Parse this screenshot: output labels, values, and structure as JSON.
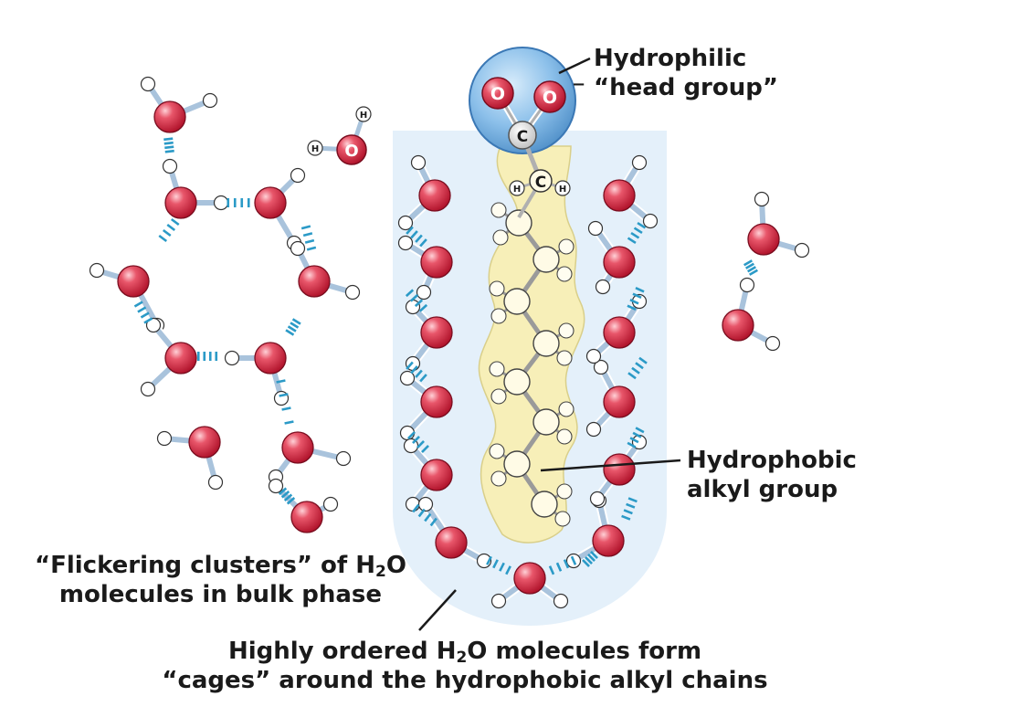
{
  "labels": {
    "head_line1": "Hydrophilic",
    "head_line2": "“head group”",
    "tail_line1": "Hydrophobic",
    "tail_line2": "alkyl group",
    "clusters_line1_pre": "“Flickering clusters” of H",
    "clusters_line1_sub": "2",
    "clusters_line1_post": "O",
    "clusters_line2": "molecules in bulk phase",
    "ordered_line1_pre": "Highly ordered H",
    "ordered_line1_sub": "2",
    "ordered_line1_post": "O molecules form",
    "ordered_line2": "“cages” around the hydrophobic alkyl chains"
  },
  "atoms": {
    "oxygen": "O",
    "carbon": "C",
    "hydrogen": "H",
    "charge": "−"
  },
  "colors": {
    "oxygen": "#d63147",
    "hydrogen": "#ffffff",
    "bond": "#a9c3dc",
    "hbond": "#2b9ac7",
    "cage_region": "#e4f0fa",
    "tail_region": "#f7efb8",
    "head_sphere": "#7fb6e6"
  }
}
